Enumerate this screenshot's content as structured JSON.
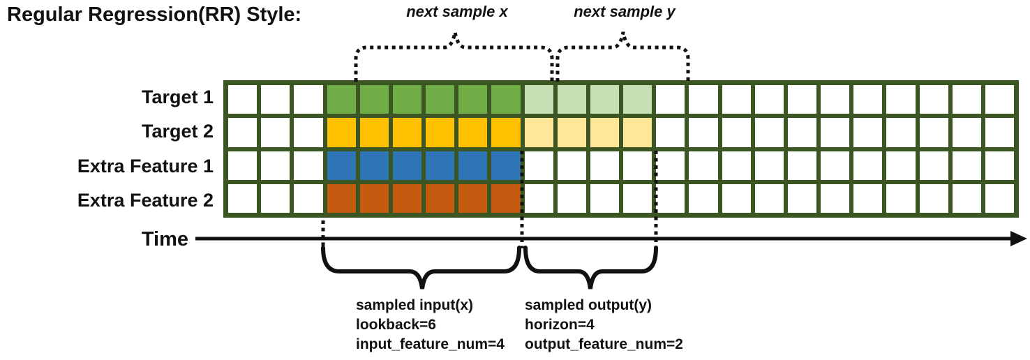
{
  "title": "Regular Regression(RR) Style:",
  "annotations": {
    "next_sample_x": "next sample x",
    "next_sample_y": "next sample y",
    "time_label": "Time",
    "input_lines": [
      "sampled input(x)",
      "lookback=6",
      "input_feature_num=4"
    ],
    "output_lines": [
      "sampled output(y)",
      "horizon=4",
      "output_feature_num=2"
    ]
  },
  "grid": {
    "columns": 24,
    "input_start_col": 3,
    "lookback": 6,
    "horizon": 4,
    "line_color": "#3C5623",
    "cell_color": "#FFFFFF",
    "rows": [
      {
        "label": "Target 1",
        "input_color": "#70AD47",
        "output_color": "#C5E0B4"
      },
      {
        "label": "Target 2",
        "input_color": "#FFC000",
        "output_color": "#FFE699"
      },
      {
        "label": "Extra Feature 1",
        "input_color": "#2E75B6",
        "output_color": null
      },
      {
        "label": "Extra Feature 2",
        "input_color": "#C55A11",
        "output_color": null
      }
    ]
  },
  "colors": {
    "annotation": "#111111"
  }
}
